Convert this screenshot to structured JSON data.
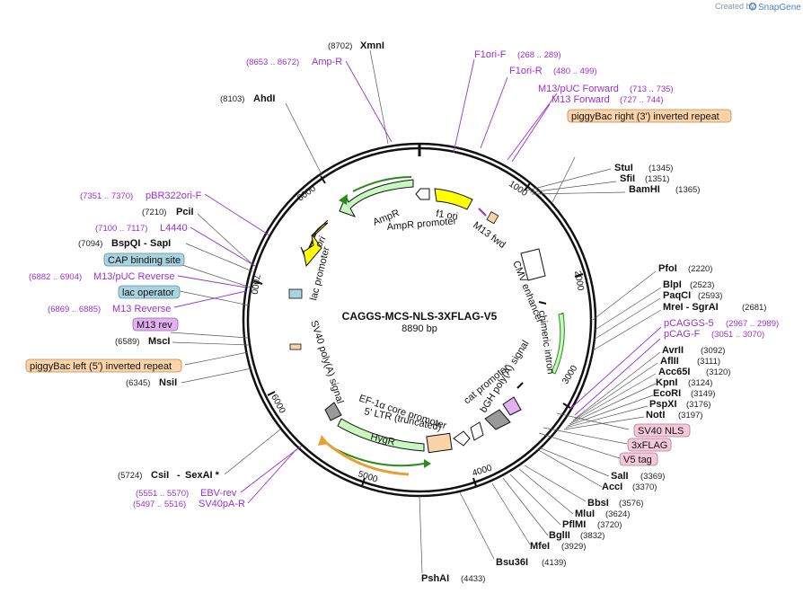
{
  "credit": {
    "prefix": "Created by",
    "brand": "SnapGene"
  },
  "plasmid": {
    "name": "CAGGS-MCS-NLS-3XFLAG-V5",
    "length": "8890 bp"
  },
  "ticks": [
    "1000",
    "2000",
    "3000",
    "4000",
    "5000",
    "6000",
    "7000",
    "8000"
  ],
  "enzymes_right": [
    {
      "name": "StuI",
      "pos": "(1345)"
    },
    {
      "name": "SfiI",
      "pos": "(1351)"
    },
    {
      "name": "BamHI",
      "pos": "(1365)"
    },
    {
      "name": "PfoI",
      "pos": "(2220)"
    },
    {
      "name": "BlpI",
      "pos": "(2523)"
    },
    {
      "name": "PaqCI",
      "pos": "(2593)"
    },
    {
      "name": "MreI - SgrAI",
      "pos": "(2681)"
    },
    {
      "name": "AvrII",
      "pos": "(3092)"
    },
    {
      "name": "AflII",
      "pos": "(3111)"
    },
    {
      "name": "Acc65I",
      "pos": "(3120)"
    },
    {
      "name": "KpnI",
      "pos": "(3124)"
    },
    {
      "name": "EcoRI",
      "pos": "(3149)"
    },
    {
      "name": "PspXI",
      "pos": "(3176)"
    },
    {
      "name": "NotI",
      "pos": "(3197)"
    },
    {
      "name": "SalI",
      "pos": "(3369)"
    },
    {
      "name": "AccI",
      "pos": "(3370)"
    },
    {
      "name": "BbsI",
      "pos": "(3576)"
    },
    {
      "name": "MluI",
      "pos": "(3624)"
    },
    {
      "name": "PflMI",
      "pos": "(3720)"
    },
    {
      "name": "BglII",
      "pos": "(3832)"
    },
    {
      "name": "MfeI",
      "pos": "(3929)"
    },
    {
      "name": "Bsu36I",
      "pos": "(4139)"
    },
    {
      "name": "PshAI",
      "pos": "(4433)"
    }
  ],
  "enzymes_left": [
    {
      "name": "XmnI",
      "pos": "(8702)"
    },
    {
      "name": "AhdI",
      "pos": "(8103)"
    },
    {
      "name": "PciI",
      "pos": "(7210)"
    },
    {
      "name": "BspQI",
      "pos": "(7094)",
      "extra": "SapI"
    },
    {
      "name": "MscI",
      "pos": "(6589)"
    },
    {
      "name": "NsiI",
      "pos": "(6345)"
    },
    {
      "name": "CsiI",
      "pos": "(5724)",
      "extra": "SexAI *"
    }
  ],
  "primers": [
    {
      "name": "Amp-R",
      "pos": "(8653 .. 8672)"
    },
    {
      "name": "F1ori-F",
      "pos": "(268 .. 289)"
    },
    {
      "name": "F1ori-R",
      "pos": "(480 .. 499)"
    },
    {
      "name": "M13/pUC Forward",
      "pos": "(713 .. 735)"
    },
    {
      "name": "M13 Forward",
      "pos": "(727 .. 744)"
    },
    {
      "name": "pBR322ori-F",
      "pos": "(7351 .. 7370)"
    },
    {
      "name": "L4440",
      "pos": "(7100 .. 7117)"
    },
    {
      "name": "M13/pUC Reverse",
      "pos": "(6882 .. 6904)"
    },
    {
      "name": "M13 Reverse",
      "pos": "(6869 .. 6885)"
    },
    {
      "name": "pCAGGS-5",
      "pos": "(2967 .. 2989)"
    },
    {
      "name": "pCAG-F",
      "pos": "(3051 .. 3070)"
    },
    {
      "name": "EBV-rev",
      "pos": "(5551 .. 5570)"
    },
    {
      "name": "SV40pA-R",
      "pos": "(5497 .. 5516)"
    }
  ],
  "boxed_features": [
    {
      "name": "piggyBac right (3') inverted repeat",
      "color": "#fbd3a8"
    },
    {
      "name": "piggyBac left (5') inverted repeat",
      "color": "#fbd3a8"
    },
    {
      "name": "CAP binding site",
      "color": "#a8d3df"
    },
    {
      "name": "lac operator",
      "color": "#a8d3df"
    },
    {
      "name": "M13 rev",
      "color": "#e3b1ef"
    },
    {
      "name": "SV40 NLS",
      "color": "#f4c8d8"
    },
    {
      "name": "3xFLAG",
      "color": "#f4c8d8"
    },
    {
      "name": "V5 tag",
      "color": "#f4c8d8"
    }
  ],
  "inner_labels": {
    "ampr": "AmpR",
    "f1ori": "f1 ori",
    "ampr_promoter": "AmpR promoter",
    "m13fwd": "M13 fwd",
    "ori": "ori",
    "lac_promoter": "lac promoter",
    "cmv_enhancer": "CMV enhancer",
    "chimeric_intron": "chimeric intron",
    "sv40_polya": "SV40 poly(A) signal",
    "ef1a": "EF-1α core promoter",
    "ltr": "5' LTR (truncated)",
    "hygr": "HygR",
    "cat_promoter": "cat promoter",
    "bgh": "bGH poly(A) signal"
  },
  "colors": {
    "backbone": "#111111",
    "primer": "#9b30d0",
    "arrow_green": "#c9f7c0",
    "arrow_yellow": "#ffff00"
  }
}
